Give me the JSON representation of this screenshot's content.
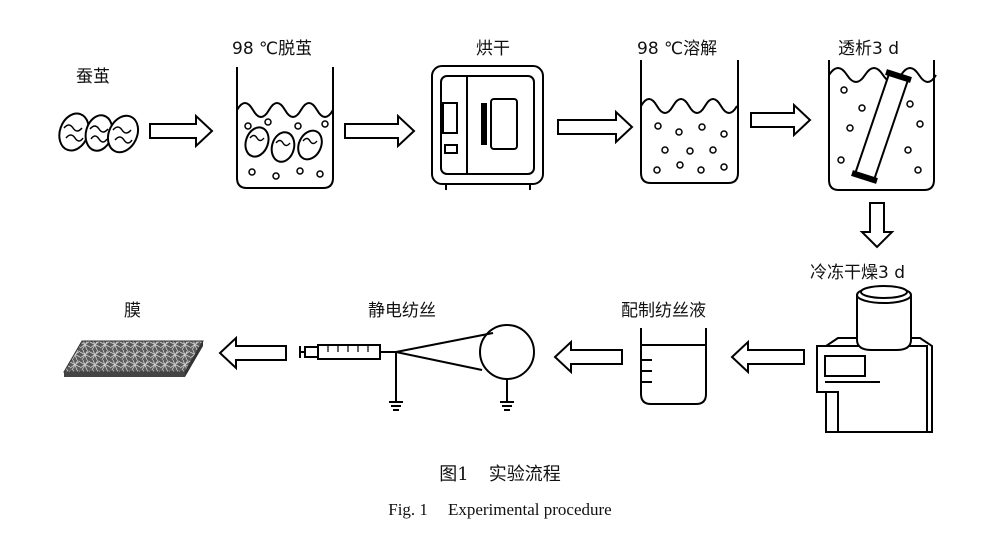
{
  "steps": {
    "cocoon": "蚕茧",
    "degum": "98 ℃脱茧",
    "dry": "烘干",
    "dissolve": "98 ℃溶解",
    "dialysis": "透析3 d",
    "freeze_dry": "冷冻干燥3 d",
    "prepare_solution": "配制纺丝液",
    "electrospin": "静电纺丝",
    "membrane": "膜"
  },
  "caption": {
    "cn_fig": "图1",
    "cn_title": "实验流程",
    "en_fig": "Fig. 1",
    "en_title": "Experimental procedure"
  }
}
